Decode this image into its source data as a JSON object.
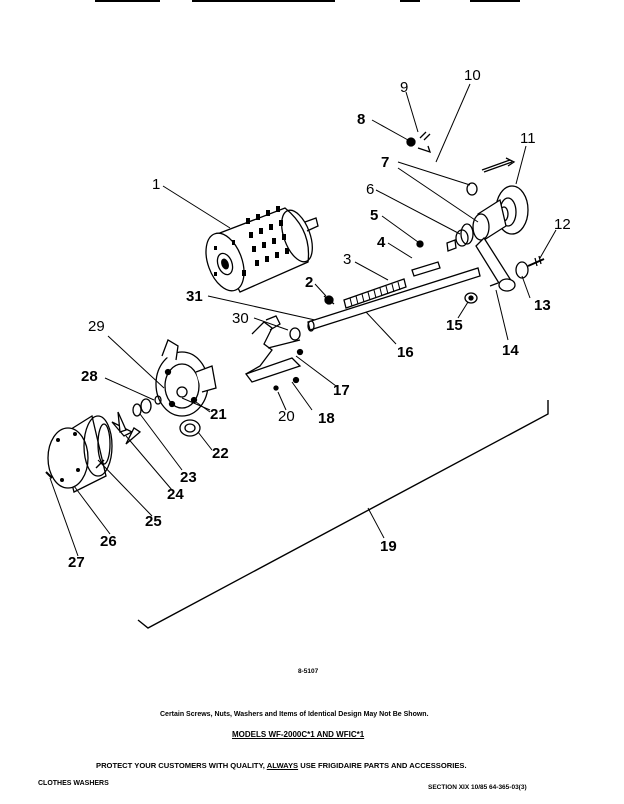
{
  "labels": [
    {
      "n": "1",
      "bold": false
    },
    {
      "n": "2",
      "bold": true
    },
    {
      "n": "3",
      "bold": false
    },
    {
      "n": "4",
      "bold": true
    },
    {
      "n": "5",
      "bold": true
    },
    {
      "n": "6",
      "bold": false
    },
    {
      "n": "7",
      "bold": true
    },
    {
      "n": "8",
      "bold": true
    },
    {
      "n": "9",
      "bold": false
    },
    {
      "n": "10",
      "bold": false
    },
    {
      "n": "11",
      "bold": false
    },
    {
      "n": "12",
      "bold": false
    },
    {
      "n": "13",
      "bold": true
    },
    {
      "n": "14",
      "bold": true
    },
    {
      "n": "15",
      "bold": true
    },
    {
      "n": "16",
      "bold": true
    },
    {
      "n": "17",
      "bold": true
    },
    {
      "n": "18",
      "bold": true
    },
    {
      "n": "19",
      "bold": true
    },
    {
      "n": "20",
      "bold": false
    },
    {
      "n": "21",
      "bold": true
    },
    {
      "n": "22",
      "bold": true
    },
    {
      "n": "23",
      "bold": true
    },
    {
      "n": "24",
      "bold": true
    },
    {
      "n": "25",
      "bold": true
    },
    {
      "n": "26",
      "bold": true
    },
    {
      "n": "27",
      "bold": true
    },
    {
      "n": "28",
      "bold": true
    },
    {
      "n": "29",
      "bold": false
    },
    {
      "n": "30",
      "bold": false
    },
    {
      "n": "31",
      "bold": true
    }
  ],
  "footer": {
    "drawing_code": "8-5107",
    "note": "Certain Screws, Nuts, Washers and Items of Identical Design May Not Be Shown.",
    "models": "MODELS WF-2000C*1 AND WFIC*1",
    "protect_before": "PROTECT YOUR CUSTOMERS WITH QUALITY,",
    "protect_emph": "ALWAYS",
    "protect_after": "USE FRIGIDAIRE PARTS AND ACCESSORIES.",
    "product": "CLOTHES WASHERS",
    "section": "SECTION XIX  10/85  64-365-03(3)"
  }
}
